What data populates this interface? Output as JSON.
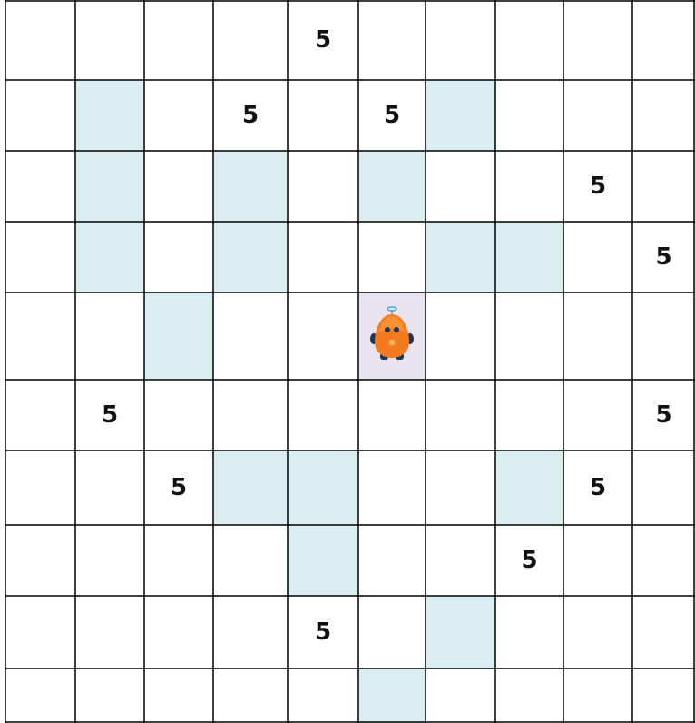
{
  "grid": {
    "rows": 10,
    "cols": 10
  },
  "colors": {
    "background": "#ffffff",
    "shaded_cell": "#daedf2",
    "robot_cell": "#e9e3f0",
    "grid_line": "#000000",
    "robot_body": "#f47a1f",
    "robot_dark": "#1e3553",
    "robot_antenna": "#4aa6e6"
  },
  "shaded_cells": [
    [
      1,
      1
    ],
    [
      2,
      1
    ],
    [
      3,
      1
    ],
    [
      1,
      6
    ],
    [
      2,
      3
    ],
    [
      3,
      3
    ],
    [
      2,
      5
    ],
    [
      3,
      6
    ],
    [
      3,
      7
    ],
    [
      4,
      2
    ],
    [
      6,
      3
    ],
    [
      6,
      4
    ],
    [
      7,
      4
    ],
    [
      6,
      7
    ],
    [
      8,
      6
    ],
    [
      9,
      5
    ]
  ],
  "numbers": [
    {
      "row": 0,
      "col": 4,
      "value": "5"
    },
    {
      "row": 1,
      "col": 3,
      "value": "5"
    },
    {
      "row": 1,
      "col": 5,
      "value": "5"
    },
    {
      "row": 2,
      "col": 8,
      "value": "5"
    },
    {
      "row": 3,
      "col": 9,
      "value": "5"
    },
    {
      "row": 5,
      "col": 1,
      "value": "5"
    },
    {
      "row": 5,
      "col": 9,
      "value": "5"
    },
    {
      "row": 6,
      "col": 2,
      "value": "5"
    },
    {
      "row": 6,
      "col": 8,
      "value": "5"
    },
    {
      "row": 7,
      "col": 7,
      "value": "5"
    },
    {
      "row": 8,
      "col": 4,
      "value": "5"
    }
  ],
  "robot": {
    "row": 4,
    "col": 5,
    "icon": "robot-icon"
  }
}
